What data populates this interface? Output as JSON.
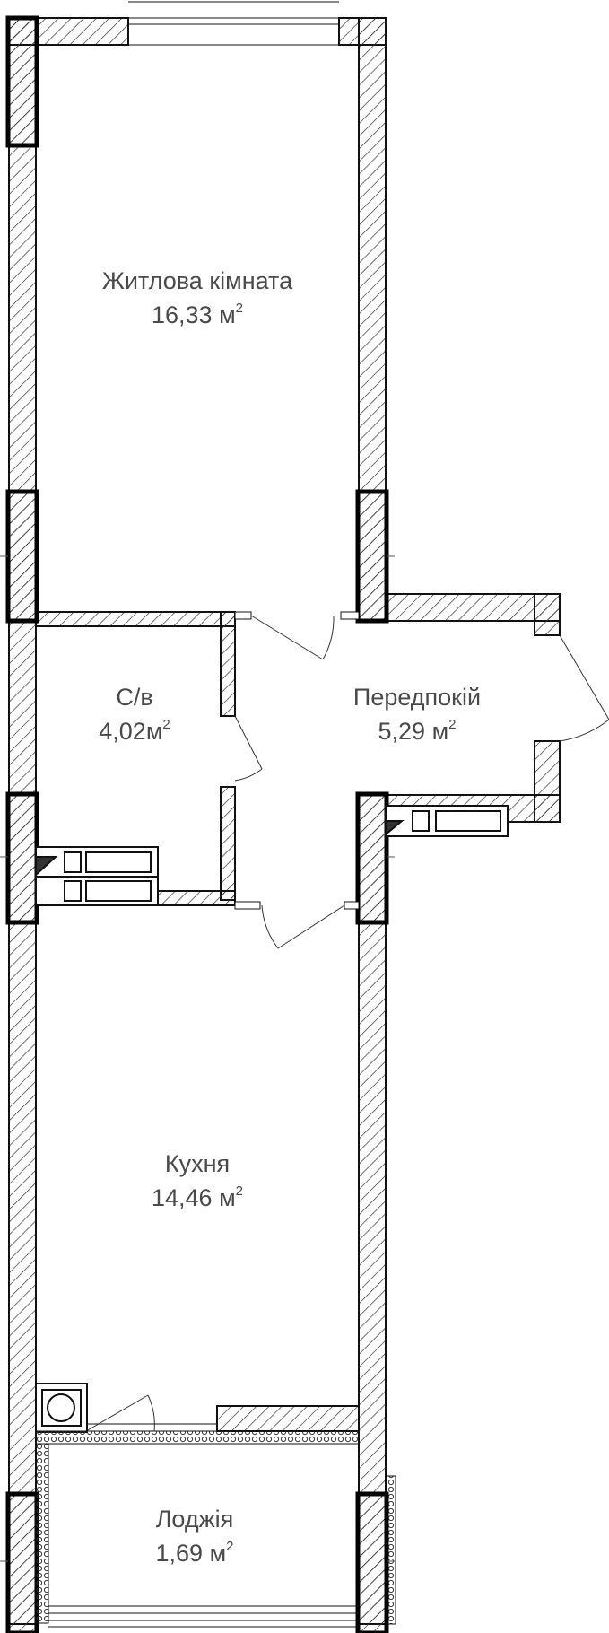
{
  "rooms": [
    {
      "id": "living-room",
      "name": "Житлова кімната",
      "area": "16,33",
      "unit": "м",
      "unit_power": "2"
    },
    {
      "id": "bathroom",
      "name": "С/в",
      "area": "4,02",
      "unit": "м",
      "unit_power": "2"
    },
    {
      "id": "hallway",
      "name": "Передпокій",
      "area": "5,29",
      "unit": "м",
      "unit_power": "2"
    },
    {
      "id": "kitchen",
      "name": "Кухня",
      "area": "14,46",
      "unit": "м",
      "unit_power": "2"
    },
    {
      "id": "loggia",
      "name": "Лоджія",
      "area": "1,69",
      "unit": "м",
      "unit_power": "2"
    }
  ],
  "colors": {
    "line": "#111111",
    "hatch": "#333333",
    "text": "#4a4a4a",
    "background": "#ffffff"
  }
}
